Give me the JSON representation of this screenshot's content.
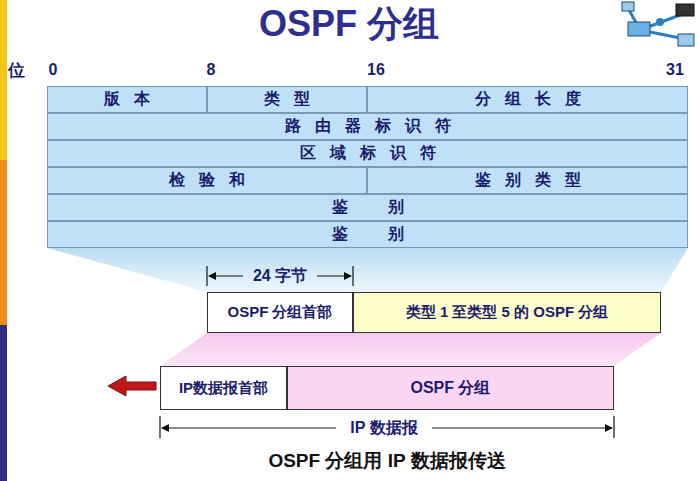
{
  "diagram": {
    "title": "OSPF 分组",
    "caption": "OSPF 分组用 IP 数据报传送",
    "nodes": [
      {
        "text": [
          "版本"
        ]
      },
      {
        "text": [
          "类型"
        ]
      },
      {
        "text": [
          "分组长度"
        ]
      },
      {
        "text": [
          "路由器标识符"
        ]
      },
      {
        "text": [
          "区域标识符"
        ]
      },
      {
        "text": [
          "检验和"
        ]
      },
      {
        "text": [
          "鉴别类型"
        ]
      },
      {
        "text": [
          "鉴别"
        ]
      },
      {
        "text": [
          "鉴别"
        ]
      },
      {
        "text": [
          "OSPF 分组首部"
        ]
      },
      {
        "text": [
          "类型 1 至类型 5 的 OSPF 分组"
        ]
      },
      {
        "text": [
          "IP数据报首部"
        ]
      },
      {
        "text": [
          "OSPF 分组"
        ]
      }
    ],
    "edges": [],
    "labels": [
      "位",
      "0",
      "8",
      "16",
      "31",
      "24 字节",
      "IP 数据报"
    ]
  }
}
